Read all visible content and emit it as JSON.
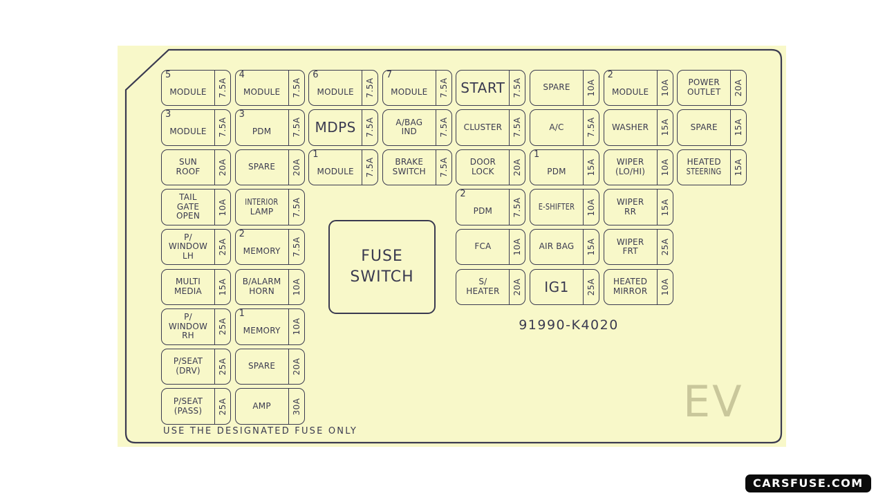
{
  "colors": {
    "page_bg": "#ffffff",
    "panel_bg": "#f8f8c9",
    "line": "#3a3a50",
    "text": "#3a3a50",
    "ev": "#c9c79b",
    "wm_bg": "#0b0b0b",
    "wm_text": "#ffffff"
  },
  "panel": {
    "part_number": "91990-K4020",
    "ev_marking": "EV",
    "footer_note": "USE THE DESIGNATED FUSE ONLY",
    "fuse_switch_lines": [
      "FUSE",
      "SWITCH"
    ]
  },
  "watermark_label": "CARSFUSE.COM",
  "fuses": [
    {
      "row": 1,
      "col": 1,
      "prefix": "5",
      "lines": [
        "MODULE"
      ],
      "amp": "7.5A"
    },
    {
      "row": 1,
      "col": 2,
      "prefix": "4",
      "lines": [
        "MODULE"
      ],
      "amp": "7.5A"
    },
    {
      "row": 1,
      "col": 3,
      "prefix": "6",
      "lines": [
        "MODULE"
      ],
      "amp": "7.5A"
    },
    {
      "row": 1,
      "col": 4,
      "prefix": "7",
      "lines": [
        "MODULE"
      ],
      "amp": "7.5A"
    },
    {
      "row": 1,
      "col": 5,
      "lines": [
        "START"
      ],
      "amp": "7.5A",
      "size": "lg"
    },
    {
      "row": 1,
      "col": 6,
      "lines": [
        "SPARE"
      ],
      "amp": "10A"
    },
    {
      "row": 1,
      "col": 7,
      "prefix": "2",
      "lines": [
        "MODULE"
      ],
      "amp": "10A"
    },
    {
      "row": 1,
      "col": 8,
      "lines": [
        "POWER",
        "OUTLET"
      ],
      "amp": "20A"
    },
    {
      "row": 2,
      "col": 1,
      "prefix": "3",
      "lines": [
        "MODULE"
      ],
      "amp": "7.5A"
    },
    {
      "row": 2,
      "col": 2,
      "prefix": "3",
      "lines": [
        "PDM"
      ],
      "amp": "7.5A"
    },
    {
      "row": 2,
      "col": 3,
      "lines": [
        "MDPS"
      ],
      "amp": "7.5A",
      "size": "lg"
    },
    {
      "row": 2,
      "col": 4,
      "lines": [
        "A/BAG",
        "IND"
      ],
      "amp": "7.5A"
    },
    {
      "row": 2,
      "col": 5,
      "lines": [
        "CLUSTER"
      ],
      "amp": "7.5A"
    },
    {
      "row": 2,
      "col": 6,
      "lines": [
        "A/C"
      ],
      "amp": "7.5A"
    },
    {
      "row": 2,
      "col": 7,
      "lines": [
        "WASHER"
      ],
      "amp": "15A"
    },
    {
      "row": 2,
      "col": 8,
      "lines": [
        "SPARE"
      ],
      "amp": "15A"
    },
    {
      "row": 3,
      "col": 1,
      "lines": [
        "SUN",
        "ROOF"
      ],
      "amp": "20A"
    },
    {
      "row": 3,
      "col": 2,
      "lines": [
        "SPARE"
      ],
      "amp": "20A"
    },
    {
      "row": 3,
      "col": 3,
      "prefix": "1",
      "lines": [
        "MODULE"
      ],
      "amp": "7.5A"
    },
    {
      "row": 3,
      "col": 4,
      "lines": [
        "BRAKE",
        "SWITCH"
      ],
      "amp": "7.5A"
    },
    {
      "row": 3,
      "col": 5,
      "lines": [
        "DOOR",
        "LOCK"
      ],
      "amp": "20A"
    },
    {
      "row": 3,
      "col": 6,
      "prefix": "1",
      "lines": [
        "PDM"
      ],
      "amp": "15A"
    },
    {
      "row": 3,
      "col": 7,
      "lines": [
        "WIPER",
        "(LO/HI)"
      ],
      "amp": "10A"
    },
    {
      "row": 3,
      "col": 8,
      "lines": [
        "HEATED",
        "STEERING"
      ],
      "amp": "15A"
    },
    {
      "row": 4,
      "col": 1,
      "lines": [
        "TAIL",
        "GATE",
        "OPEN"
      ],
      "amp": "10A"
    },
    {
      "row": 4,
      "col": 2,
      "lines": [
        "INTERIOR",
        "LAMP"
      ],
      "amp": "7.5A"
    },
    {
      "row": 4,
      "col": 5,
      "prefix": "2",
      "lines": [
        "PDM"
      ],
      "amp": "7.5A"
    },
    {
      "row": 4,
      "col": 6,
      "lines": [
        "E-SHIFTER"
      ],
      "amp": "10A"
    },
    {
      "row": 4,
      "col": 7,
      "lines": [
        "WIPER",
        "RR"
      ],
      "amp": "15A"
    },
    {
      "row": 5,
      "col": 1,
      "lines": [
        "P/",
        "WINDOW",
        "LH"
      ],
      "amp": "25A"
    },
    {
      "row": 5,
      "col": 2,
      "prefix": "2",
      "lines": [
        "MEMORY"
      ],
      "amp": "7.5A"
    },
    {
      "row": 5,
      "col": 5,
      "lines": [
        "FCA"
      ],
      "amp": "10A"
    },
    {
      "row": 5,
      "col": 6,
      "lines": [
        "AIR BAG"
      ],
      "amp": "15A"
    },
    {
      "row": 5,
      "col": 7,
      "lines": [
        "WIPER",
        "FRT"
      ],
      "amp": "25A"
    },
    {
      "row": 6,
      "col": 1,
      "lines": [
        "MULTI",
        "MEDIA"
      ],
      "amp": "15A"
    },
    {
      "row": 6,
      "col": 2,
      "lines": [
        "B/ALARM",
        "HORN"
      ],
      "amp": "10A"
    },
    {
      "row": 6,
      "col": 5,
      "lines": [
        "S/",
        "HEATER"
      ],
      "amp": "20A"
    },
    {
      "row": 6,
      "col": 6,
      "lines": [
        "IG1"
      ],
      "amp": "25A",
      "size": "lg"
    },
    {
      "row": 6,
      "col": 7,
      "lines": [
        "HEATED",
        "MIRROR"
      ],
      "amp": "10A"
    },
    {
      "row": 7,
      "col": 1,
      "lines": [
        "P/",
        "WINDOW",
        "RH"
      ],
      "amp": "25A"
    },
    {
      "row": 7,
      "col": 2,
      "prefix": "1",
      "lines": [
        "MEMORY"
      ],
      "amp": "10A"
    },
    {
      "row": 8,
      "col": 1,
      "lines": [
        "P/SEAT",
        "(DRV)"
      ],
      "amp": "25A"
    },
    {
      "row": 8,
      "col": 2,
      "lines": [
        "SPARE"
      ],
      "amp": "20A"
    },
    {
      "row": 9,
      "col": 1,
      "lines": [
        "P/SEAT",
        "(PASS)"
      ],
      "amp": "25A"
    },
    {
      "row": 9,
      "col": 2,
      "lines": [
        "AMP"
      ],
      "amp": "30A"
    }
  ]
}
